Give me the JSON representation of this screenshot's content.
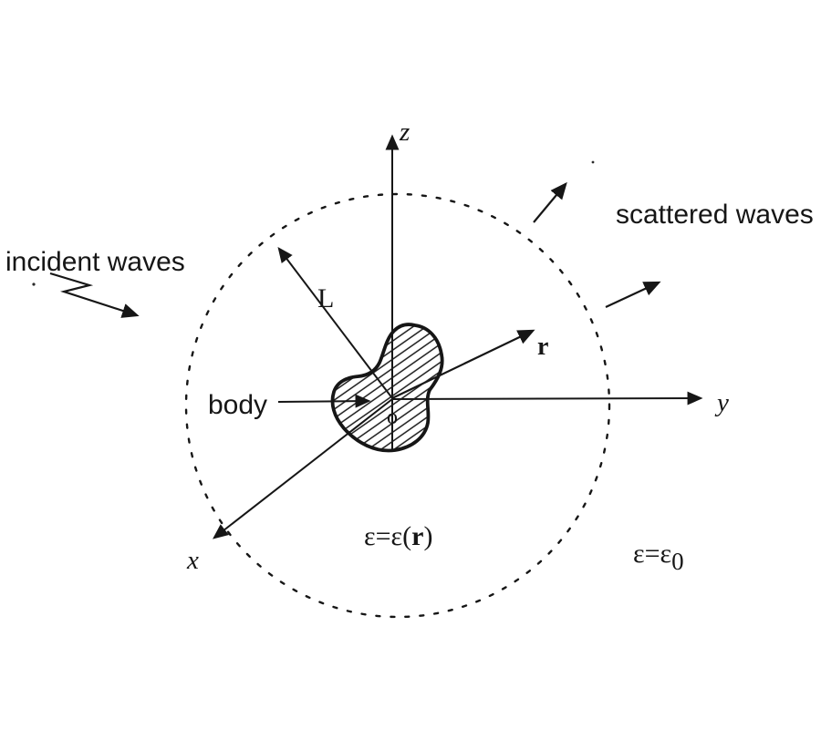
{
  "labels": {
    "incident_waves": "incident waves",
    "scattered_waves": "scattered waves",
    "body": "body",
    "z_axis": "z",
    "y_axis": "y",
    "x_axis": "x",
    "length_L": "L",
    "position_vector_r": "r",
    "origin": "o",
    "permittivity_inside": {
      "prefix": "ε=ε(",
      "vector": "r",
      "suffix": ")"
    },
    "permittivity_outside": {
      "base": "ε=ε",
      "subscript": "0"
    }
  },
  "colors": {
    "ink": "#161616",
    "background": "#ffffff"
  }
}
